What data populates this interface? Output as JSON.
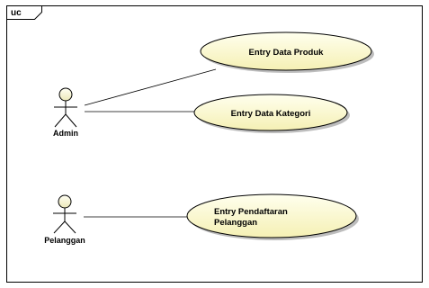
{
  "diagram": {
    "frame_label": "uc",
    "actors": [
      {
        "id": "admin",
        "label": "Admin"
      },
      {
        "id": "pelanggan",
        "label": "Pelanggan"
      }
    ],
    "use_cases": [
      {
        "id": "entry-data-produk",
        "lines": [
          "Entry Data Produk"
        ]
      },
      {
        "id": "entry-data-kategori",
        "lines": [
          "Entry Data Kategori"
        ]
      },
      {
        "id": "entry-pendaftaran-pelanggan",
        "lines": [
          "Entry Pendaftaran",
          "Pelanggan"
        ]
      }
    ],
    "associations": [
      {
        "from": "admin",
        "to": "entry-data-produk"
      },
      {
        "from": "admin",
        "to": "entry-data-kategori"
      },
      {
        "from": "pelanggan",
        "to": "entry-pendaftaran-pelanggan"
      }
    ],
    "colors": {
      "usecase_fill_top": "#ffffee",
      "usecase_fill_bottom": "#f5f0b4",
      "usecase_stroke": "#000000",
      "actor_fill_top": "#fffff4",
      "actor_fill_bottom": "#ece8b8",
      "frame_stroke": "#000000",
      "line": "#000000",
      "shadow": "#bdbdbd"
    }
  }
}
